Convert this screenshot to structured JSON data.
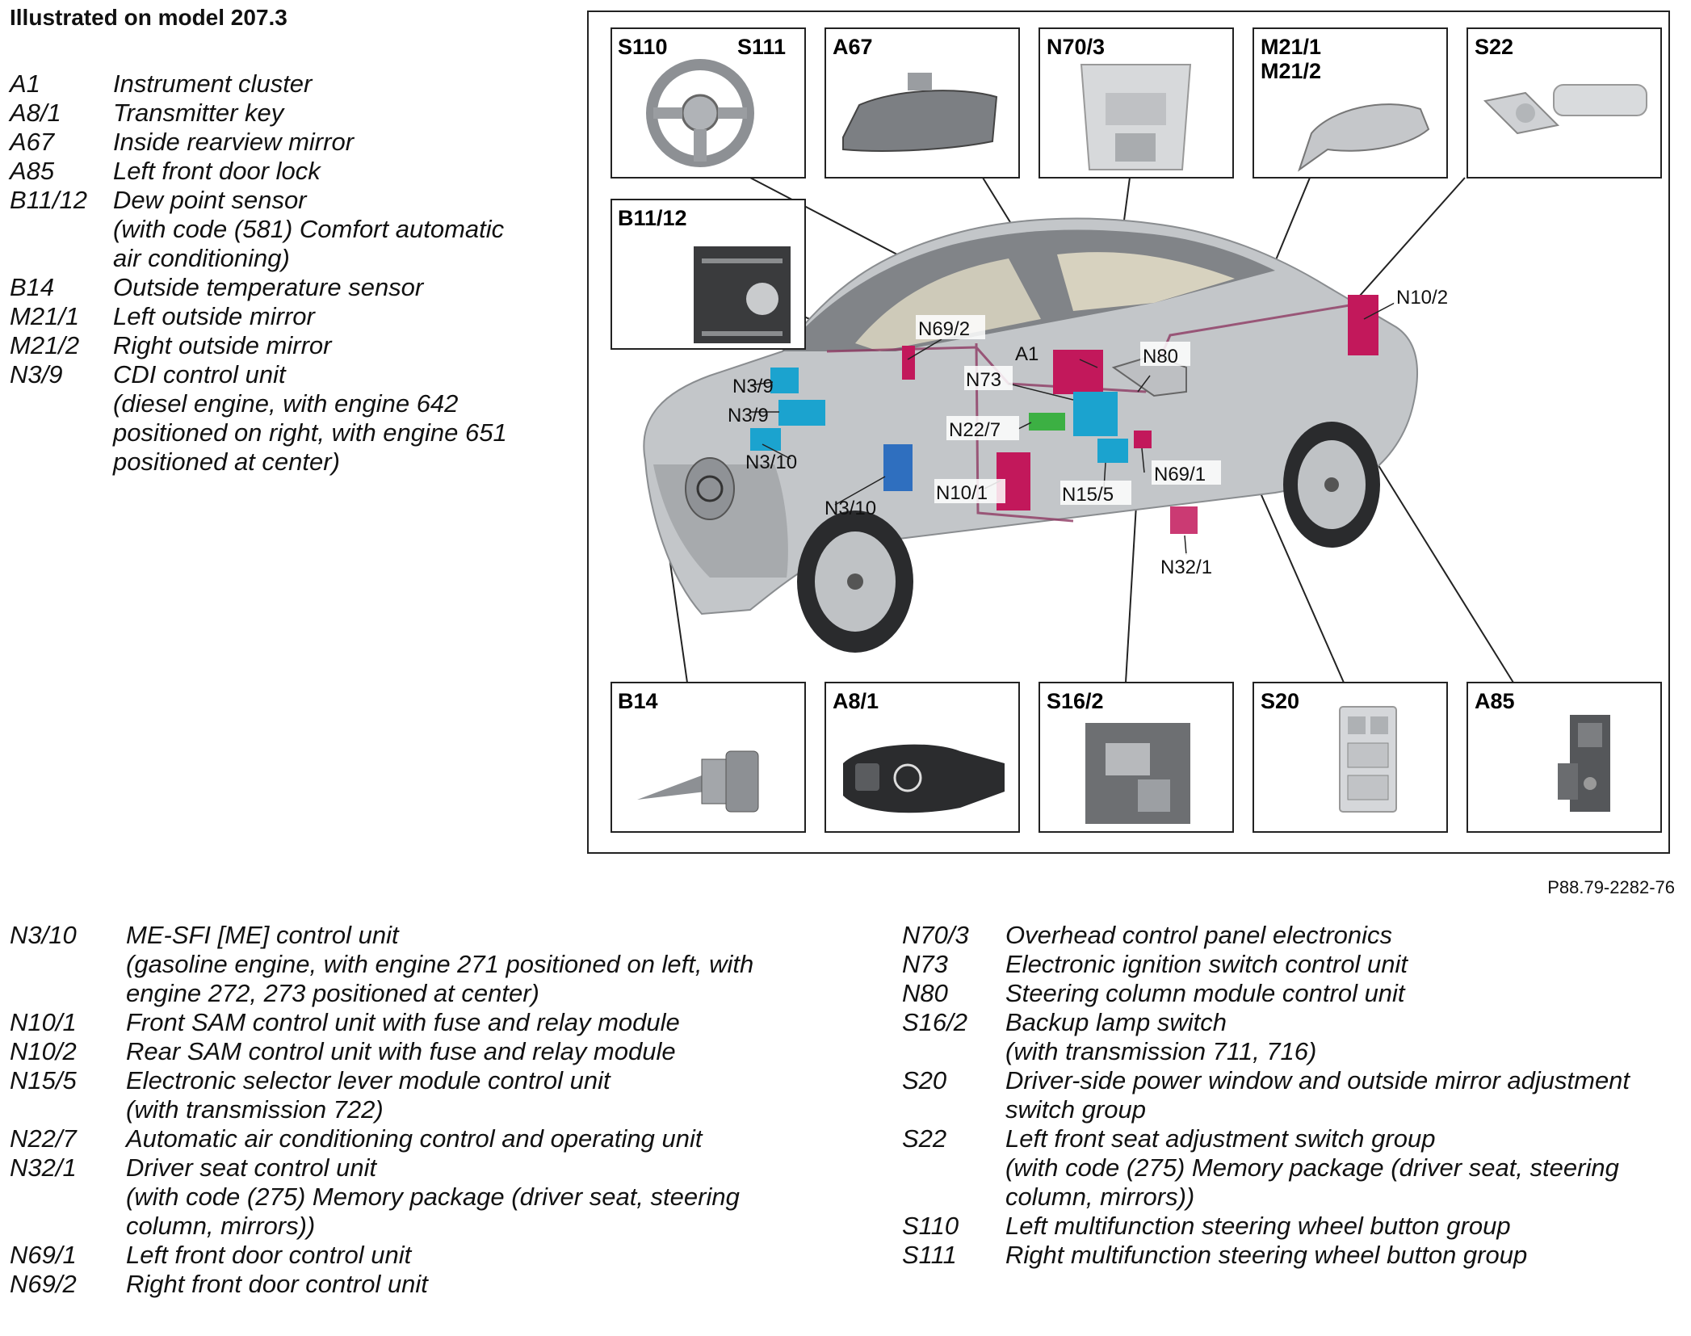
{
  "heading": "Illustrated on model 207.3",
  "figure_ref": "P88.79-2282-76",
  "legend_top": [
    {
      "code": "A1",
      "desc": [
        "Instrument cluster"
      ]
    },
    {
      "code": "A8/1",
      "desc": [
        "Transmitter key"
      ]
    },
    {
      "code": "A67",
      "desc": [
        "Inside rearview mirror"
      ]
    },
    {
      "code": "A85",
      "desc": [
        "Left front door lock"
      ]
    },
    {
      "code": "B11/12",
      "desc": [
        "Dew point sensor",
        "(with code (581) Comfort automatic",
        "air conditioning)"
      ]
    },
    {
      "code": "B14",
      "desc": [
        "Outside temperature sensor"
      ]
    },
    {
      "code": "M21/1",
      "desc": [
        "Left outside mirror"
      ]
    },
    {
      "code": "M21/2",
      "desc": [
        "Right outside mirror"
      ]
    },
    {
      "code": "N3/9",
      "desc": [
        "CDI control unit",
        "(diesel engine, with engine 642",
        "positioned on right, with engine 651",
        "positioned at center)"
      ]
    }
  ],
  "legend_bottom_left": [
    {
      "code": "N3/10",
      "desc": [
        "ME-SFI [ME] control unit",
        "(gasoline engine, with engine 271 positioned on left, with",
        "engine 272, 273 positioned at center)"
      ]
    },
    {
      "code": "N10/1",
      "desc": [
        "Front SAM control unit with fuse and relay module"
      ]
    },
    {
      "code": "N10/2",
      "desc": [
        "Rear SAM control unit with fuse and relay module"
      ]
    },
    {
      "code": "N15/5",
      "desc": [
        "Electronic selector lever module control unit",
        "(with transmission 722)"
      ]
    },
    {
      "code": "N22/7",
      "desc": [
        "Automatic air conditioning control and operating unit"
      ]
    },
    {
      "code": "N32/1",
      "desc": [
        "Driver seat control unit",
        " (with code (275) Memory package (driver seat, steering",
        "column, mirrors))"
      ]
    },
    {
      "code": "N69/1",
      "desc": [
        "Left front door control unit"
      ]
    },
    {
      "code": "N69/2",
      "desc": [
        "Right front door control unit"
      ]
    }
  ],
  "legend_bottom_right": [
    {
      "code": "N70/3",
      "desc": [
        "Overhead control panel electronics"
      ]
    },
    {
      "code": "N73",
      "desc": [
        "Electronic ignition switch control unit"
      ]
    },
    {
      "code": "N80",
      "desc": [
        "Steering column module control unit"
      ]
    },
    {
      "code": "S16/2",
      "desc": [
        "Backup lamp switch",
        "(with transmission 711, 716)"
      ]
    },
    {
      "code": "S20",
      "desc": [
        "Driver-side power window and outside mirror adjustment",
        "switch group"
      ]
    },
    {
      "code": "S22",
      "desc": [
        "Left front seat adjustment switch group",
        "(with code (275) Memory package (driver seat, steering",
        "column, mirrors))"
      ]
    },
    {
      "code": "S110",
      "desc": [
        "Left multifunction steering wheel button group"
      ]
    },
    {
      "code": "S111",
      "desc": [
        "Right multifunction steering wheel button group"
      ]
    }
  ],
  "figure": {
    "top_boxes": [
      {
        "label": "S110",
        "label2": "S111",
        "icon": "steering-wheel-icon"
      },
      {
        "label": "A67",
        "icon": "rearview-mirror-icon"
      },
      {
        "label": "N70/3",
        "icon": "overhead-panel-icon"
      },
      {
        "label": "M21/1",
        "label2": "M21/2",
        "icon": "outside-mirror-icon"
      },
      {
        "label": "S22",
        "icon": "seat-switch-icon"
      }
    ],
    "side_box": {
      "label": "B11/12",
      "icon": "dew-point-sensor-icon"
    },
    "bottom_boxes": [
      {
        "label": "B14",
        "icon": "temperature-sensor-icon"
      },
      {
        "label": "A8/1",
        "icon": "transmitter-key-icon"
      },
      {
        "label": "S16/2",
        "icon": "backup-lamp-switch-icon"
      },
      {
        "label": "S20",
        "icon": "window-switch-icon"
      },
      {
        "label": "A85",
        "icon": "door-lock-icon"
      }
    ],
    "callouts": [
      "N69/2",
      "A1",
      "N80",
      "N10/2",
      "N3/9",
      "N3/9",
      "N73",
      "N22/7",
      "N3/10",
      "N69/1",
      "N3/10",
      "N10/1",
      "N15/5",
      "N32/1"
    ],
    "colors": {
      "cyan": "#1ba3cf",
      "magenta": "#c2185b",
      "body": "#b9bcbf",
      "blue": "#2f6fbf"
    }
  }
}
